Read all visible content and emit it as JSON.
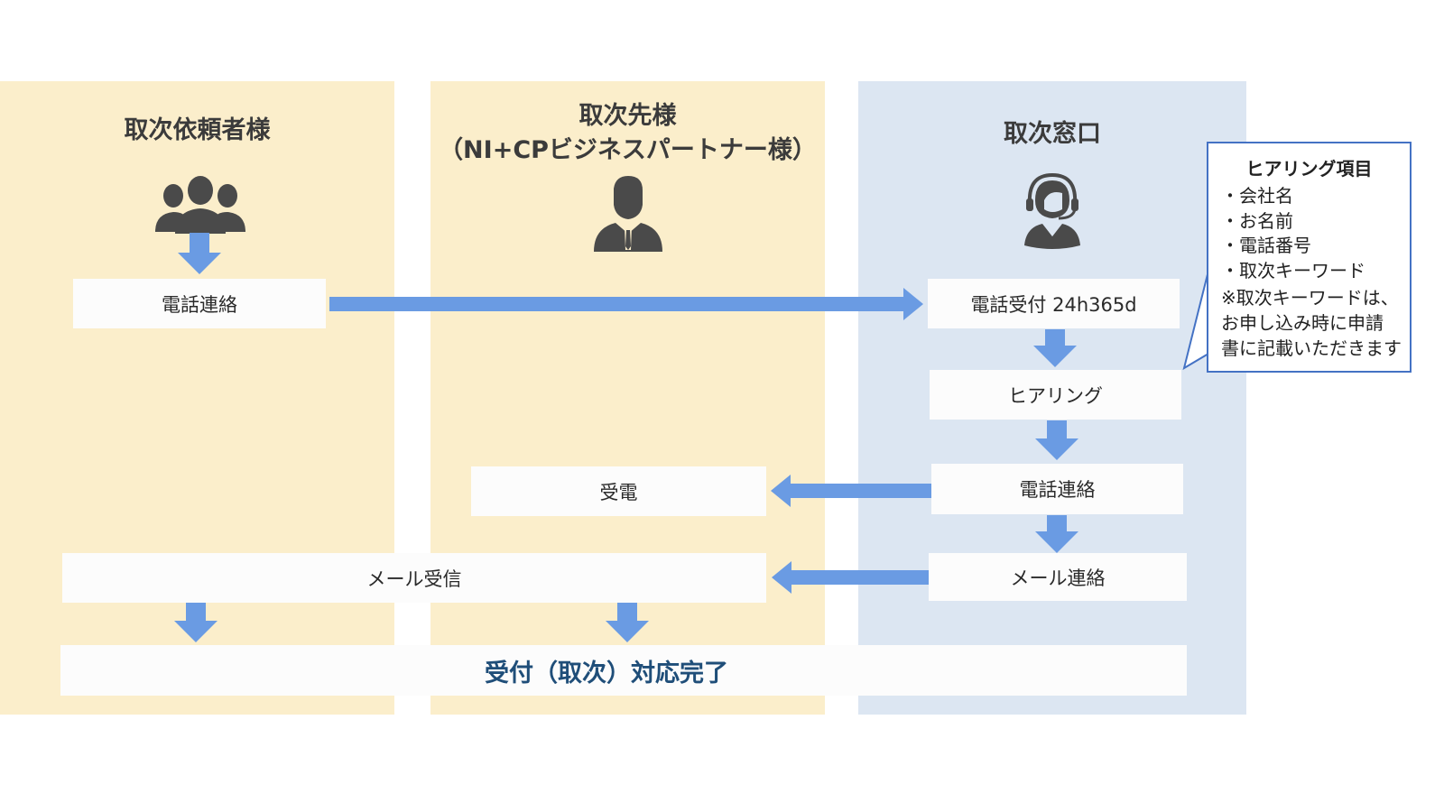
{
  "lanes": [
    {
      "id": "requester",
      "title": "取次依頼者様",
      "icon": "group-of-people-icon",
      "color": "#FBEECB"
    },
    {
      "id": "partner",
      "title_line1": "取次先様",
      "title_line2": "（NI+CPビジネスパートナー様）",
      "icon": "business-person-icon",
      "color": "#FBEECB"
    },
    {
      "id": "desk",
      "title": "取次窓口",
      "icon": "headset-operator-icon",
      "color": "#DCE6F2"
    }
  ],
  "steps": {
    "requester_call": "電話連絡",
    "desk_reception": "電話受付 24h365d",
    "desk_hearing": "ヒアリング",
    "desk_call": "電話連絡",
    "partner_receive_call": "受電",
    "desk_mail": "メール連絡",
    "mail_receive": "メール受信",
    "complete": "受付（取次）対応完了"
  },
  "callout": {
    "title": "ヒアリング項目",
    "items": [
      "・会社名",
      "・お名前",
      "・電話番号",
      "・取次キーワード"
    ],
    "note": "※取次キーワードは、\nお申し込み時に申請\n書に記載いただきます"
  },
  "colors": {
    "arrow": "#6A9BE3",
    "lane_yellow": "#FBEECB",
    "lane_blue": "#DCE6F2",
    "callout_border": "#4472C4",
    "final_text": "#1F4E79"
  }
}
